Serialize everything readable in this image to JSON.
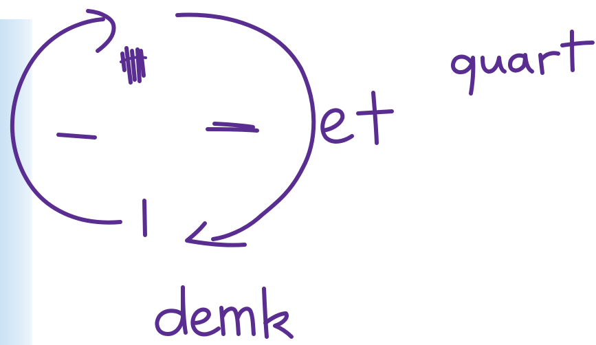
{
  "canvas": {
    "background": "#ffffff",
    "ink_color": "#5a2d91",
    "side_panel_color": "#cfe5f6"
  },
  "handwriting": {
    "quart": "quart",
    "et": "et",
    "demk": "demk"
  }
}
